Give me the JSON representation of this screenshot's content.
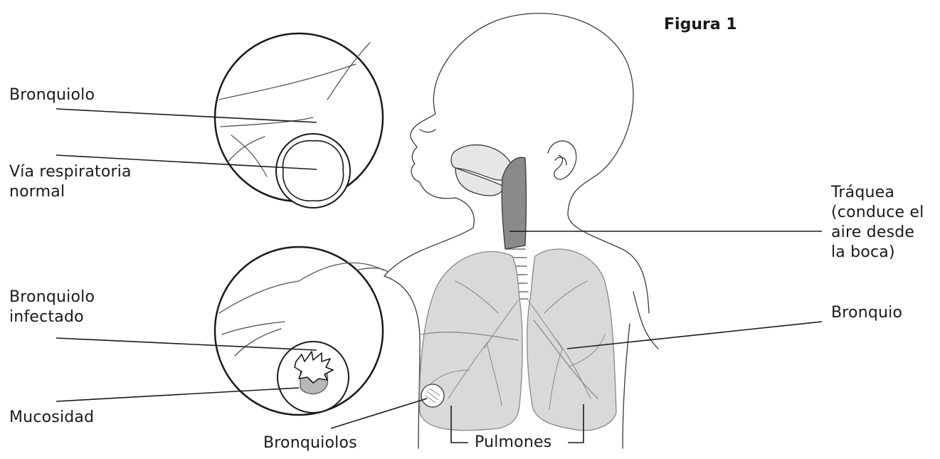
{
  "title": "Figura 1",
  "labels": {
    "bronquiolo": "Bronquiolo",
    "via_normal": "Vía respiratoria\nnormal",
    "bronquiolo_infectado": "Bronquiolo\ninfectado",
    "mucosidad": "Mucosidad",
    "bronquiolos": "Bronquiolos",
    "pulmones": "Pulmones",
    "traquea": "Tráquea\n(conduce el\naire desde\nla boca)",
    "bronquio": "Bronquio"
  },
  "colors": {
    "outline": "#3a3a3a",
    "lung_fill": "#d9d9d9",
    "lung_shade": "#c4c4c4",
    "airway_dark": "#8a8a8a",
    "mucus": "#b8b8b8"
  }
}
